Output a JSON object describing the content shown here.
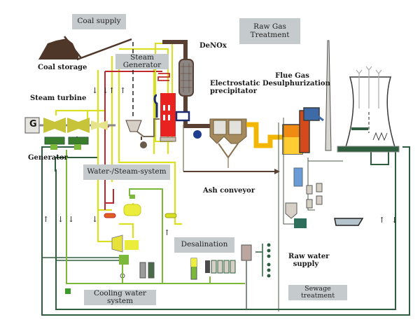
{
  "diagram": {
    "title": "Coal-fired power plant process overview",
    "section_boxes": {
      "coal_supply": "Coal supply",
      "steam_generator": "Steam Generator",
      "raw_gas_treatment": "Raw Gas Treatment",
      "water_steam_system": "Water-/Steam-system",
      "desalination": "Desalination",
      "cooling_water_system": "Cooling water system",
      "sewage_treatment": "Sewage treatment"
    },
    "component_labels": {
      "coal_storage": "Coal storage",
      "steam_turbine": "Steam turbine",
      "generator": "Generator",
      "generator_symbol": "G",
      "denox": "DeNOx",
      "esp_line1": "Electrostatic",
      "esp_line2": "precipitator",
      "fgd_line1": "Flue Gas",
      "fgd_line2": "Desulphurization",
      "ash_conveyor": "Ash conveyor",
      "raw_water_line1": "Raw water",
      "raw_water_line2": "supply"
    },
    "flow_arrows": [
      "↓",
      "↓",
      "↑",
      "↑",
      "↑",
      "↓",
      "↓",
      "↓",
      "↑",
      "↑",
      "↓"
    ],
    "colors": {
      "steam_yellow": "#d9e021",
      "hot_red": "#c0272d",
      "boiler_red": "#e8231f",
      "cooling_green": "#2f5e3e",
      "water_green": "#7cb93a",
      "flue_brown": "#5a3f33",
      "flue_yellow": "#f2b705",
      "label_box_grey": "#c5cbcc",
      "stack_grey": "#d6d5cf",
      "desal_blue": "#5b8fc9"
    }
  }
}
